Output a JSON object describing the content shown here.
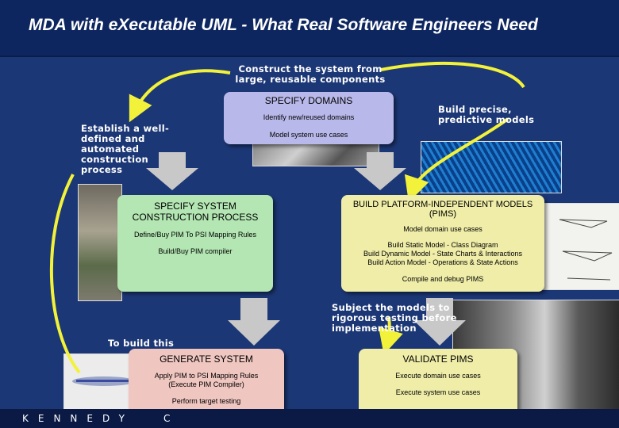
{
  "title": "MDA with eXecutable UML - What Real Software Engineers Need",
  "notes": {
    "construct": [
      "Construct the system from",
      "large, reusable components"
    ],
    "establish": [
      "Establish a well-",
      "defined and",
      "automated",
      "construction",
      "process"
    ],
    "precise": [
      "Build precise,",
      "predictive models"
    ],
    "subject": [
      "Subject the models to",
      "rigorous testing before",
      "implementation"
    ],
    "build_this": "To build this"
  },
  "boxes": {
    "specify_domains": {
      "title": "SPECIFY DOMAINS",
      "lines": [
        "Identify new/reused domains",
        "Model system use cases"
      ],
      "color": "#b8b8ea"
    },
    "specify_system": {
      "title": [
        "SPECIFY SYSTEM",
        "CONSTRUCTION PROCESS"
      ],
      "lines": [
        "Define/Buy PIM To PSI Mapping Rules",
        "Build/Buy PIM compiler"
      ],
      "color": "#b3e6b3"
    },
    "build_pim": {
      "title": [
        "BUILD PLATFORM-INDEPENDENT MODELS",
        "(PIMS)"
      ],
      "lines": [
        "Model domain use cases",
        "Build Static Model - Class Diagram",
        "Build Dynamic Model - State Charts & Interactions",
        "Build Action Model - Operations & State Actions",
        "Compile and debug PIMS"
      ],
      "color": "#efeda8"
    },
    "generate": {
      "title": "GENERATE SYSTEM",
      "lines": [
        "Apply PIM to PSI Mapping Rules",
        "(Execute PIM Compiler)",
        "Perform target testing"
      ],
      "color": "#f0c6c0"
    },
    "validate": {
      "title": "VALIDATE PIMS",
      "lines": [
        "Execute domain use cases",
        "Execute system use cases"
      ],
      "color": "#efeda8"
    }
  },
  "footer": {
    "brand": "KENNEDY",
    "letter": "C"
  },
  "colors": {
    "background": "#1c3775",
    "arrow_yellow": "#f2f23a",
    "arrow_gray": "#c8c8c8"
  }
}
